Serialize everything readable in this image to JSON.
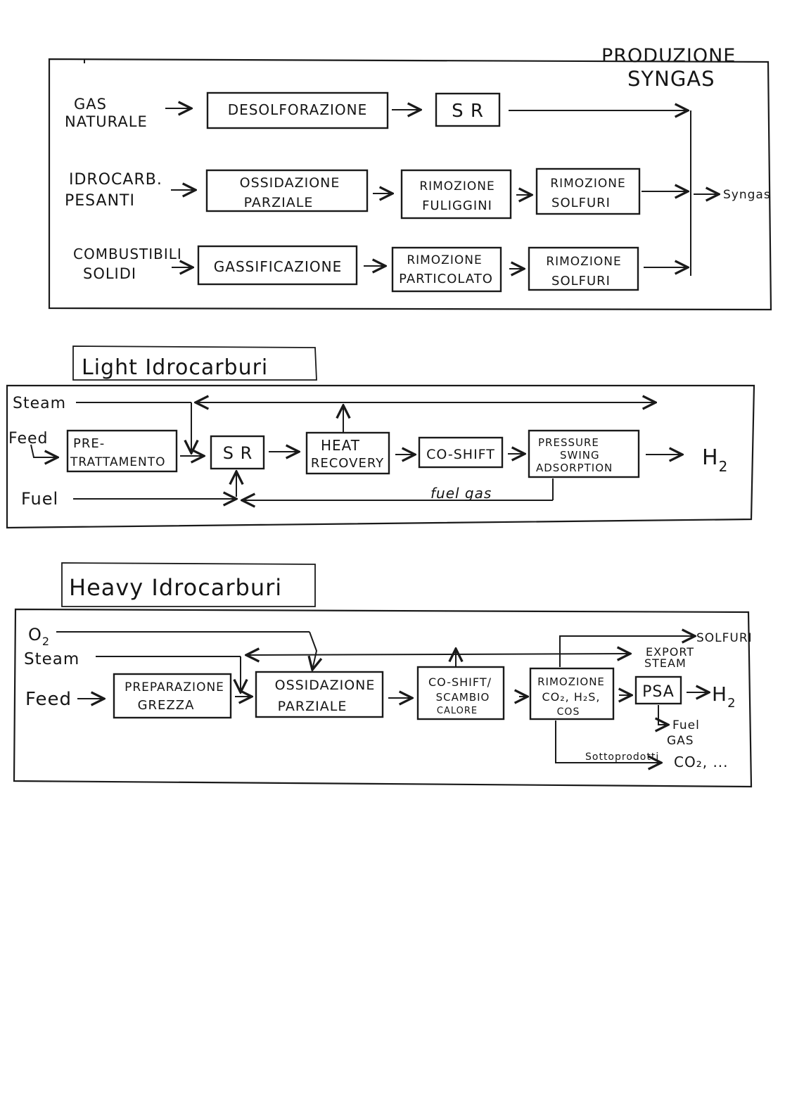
{
  "page_title": {
    "line1": "PRODUZIONE",
    "line2": "SYNGAS"
  },
  "section1": {
    "inputs": {
      "gas_naturale": {
        "line1": "GAS",
        "line2": "NATURALE"
      },
      "idrocarb_pesanti": {
        "line1": "IDROCARB.",
        "line2": "PESANTI"
      },
      "combustibili_solidi": {
        "line1": "COMBUSTIBILI",
        "line2": "SOLIDI"
      }
    },
    "boxes": {
      "desolforazione": "DESOLFORAZIONE",
      "sr": "S R",
      "ossidazione_parziale": {
        "line1": "OSSIDAZIONE",
        "line2": "PARZIALE"
      },
      "rimozione_fuliggini": {
        "line1": "RIMOZIONE",
        "line2": "FULIGGINI"
      },
      "rimozione_solfuri_1": {
        "line1": "RIMOZIONE",
        "line2": "SOLFURI"
      },
      "gassificazione": "GASSIFICAZIONE",
      "rimozione_particolato": {
        "line1": "RIMOZIONE",
        "line2": "PARTICOLATO"
      },
      "rimozione_solfuri_2": {
        "line1": "RIMOZIONE",
        "line2": "SOLFURI"
      }
    },
    "output": "Syngas"
  },
  "section2": {
    "title": "Light Idrocarburi",
    "inputs": {
      "steam": "Steam",
      "feed": "Feed",
      "fuel": "Fuel"
    },
    "boxes": {
      "pretrattamento": {
        "line1": "PRE-",
        "line2": "TRATTAMENTO"
      },
      "sr": "S R",
      "heat_recovery": {
        "line1": "HEAT",
        "line2": "RECOVERY"
      },
      "co_shift": "CO-SHIFT",
      "psa": {
        "line1": "PRESSURE",
        "line2": "SWING",
        "line3": "ADSORPTION"
      }
    },
    "fuel_gas_label": "fuel gas",
    "output": {
      "main": "H",
      "sub": "2"
    }
  },
  "section3": {
    "title": "Heavy Idrocarburi",
    "inputs": {
      "o2_main": "O",
      "o2_sub": "2",
      "steam": "Steam",
      "feed": "Feed"
    },
    "boxes": {
      "preparazione_grezza": {
        "line1": "PREPARAZIONE",
        "line2": "GREZZA"
      },
      "ossidazione_parziale": {
        "line1": "OSSIDAZIONE",
        "line2": "PARZIALE"
      },
      "coshift_scambio": {
        "line1": "CO-SHIFT/",
        "line2": "SCAMBIO",
        "line3": "CALORE"
      },
      "rimozione_co2": {
        "line1": "RIMOZIONE",
        "line2": "CO₂, H₂S,",
        "line3": "COS"
      },
      "psa": "PSA"
    },
    "outputs": {
      "solfuri": "SOLFURI",
      "export_steam": {
        "line1": "EXPORT",
        "line2": "STEAM"
      },
      "h2_main": "H",
      "h2_sub": "2",
      "fuel_gas": {
        "line1": "Fuel",
        "line2": "GAS"
      },
      "sottoprodotti": "Sottoprodotti",
      "co2": "CO₂, ..."
    }
  }
}
